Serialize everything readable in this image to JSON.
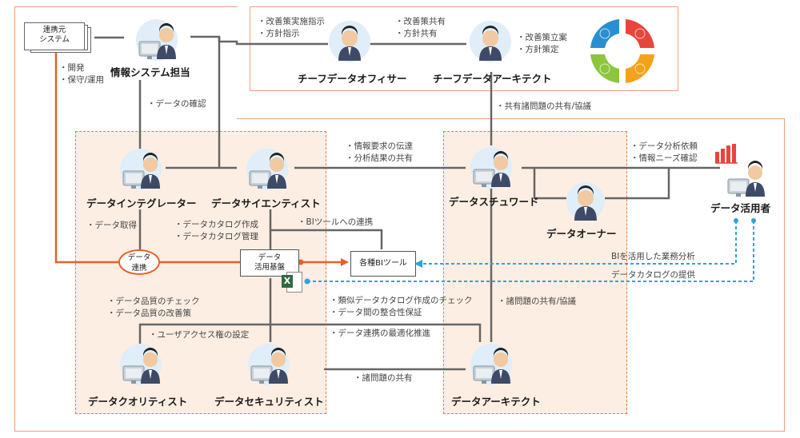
{
  "roles": {
    "it_staff": "情報システム担当",
    "cdo": "チーフデータオフィサー",
    "chief_architect": "チーフデータアーキテクト",
    "integrator": "データインテグレーター",
    "scientist": "データサイエンティスト",
    "steward": "データスチュワード",
    "owner": "データオーナー",
    "user": "データ活用者",
    "quality": "データクオリティスト",
    "security": "データセキュリティスト",
    "architect": "データアーキテクト"
  },
  "boxes": {
    "source_system": [
      "連携元",
      "システム"
    ],
    "data_link": [
      "データ",
      "連携"
    ],
    "platform": [
      "データ",
      "活用基盤"
    ],
    "bi_tools": "各種BIツール"
  },
  "notes": {
    "dev_ops": [
      "・開発",
      "・保守/運用"
    ],
    "data_check": "・データの確認",
    "cdo_out": [
      "・改善策実施指示",
      "・方針指示"
    ],
    "share": [
      "・改善策共有",
      "・方針共有"
    ],
    "chief_arch": [
      "・改善策立案",
      "・方針策定"
    ],
    "common_issues": "・共有諸問題の共有/協議",
    "info_request": [
      "・情報要求の伝達",
      "・分析結果の共有"
    ],
    "analysis_request": [
      "・データ分析依頼",
      "・情報ニーズ確認"
    ],
    "acquire": "・データ取得",
    "catalog": [
      "・データカタログ作成",
      "・データカタログ管理"
    ],
    "bi_link": "・BIツールへの連携",
    "bi_analysis": "BIを活用した業務分析",
    "catalog_provide": "データカタログの提供",
    "quality_notes": [
      "・データ品質のチェック",
      "・データ品質の改善策"
    ],
    "access": "・ユーザアクセス権の設定",
    "similar": [
      "・類似データカタログ作成のチェック",
      "・データ間の整合性保証"
    ],
    "link_opt": "・データ連携の最適化推進",
    "issues_share": "・諸問題の共有/協議",
    "issues": "・諸問題の共有"
  },
  "colors": {
    "accent_orange": "#e8602a",
    "zone_fill": "#fdeee3",
    "zone_border": "#ea7a3d",
    "frame_border": "#e8a27e",
    "connector": "#666666",
    "dashed_blue": "#2aa3e0",
    "cycle": [
      "#e8453c",
      "#f6a11a",
      "#8cc63e",
      "#2a8fd0"
    ]
  },
  "icons": [
    "person-at-monitor-icon",
    "chart-icon",
    "cycle-icon",
    "excel-icon"
  ]
}
